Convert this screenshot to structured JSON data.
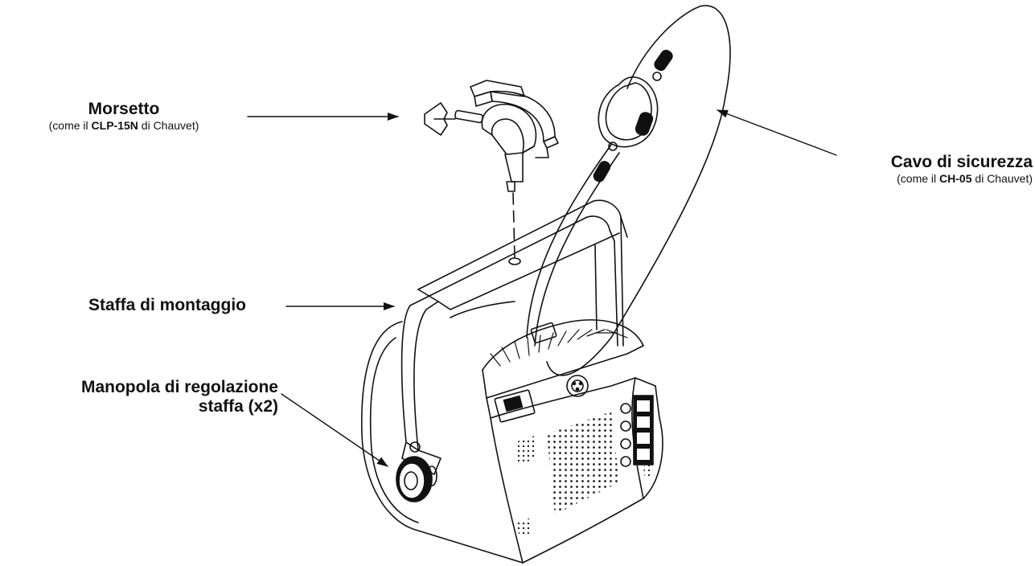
{
  "labels": {
    "clamp": {
      "title": "Morsetto",
      "sub_prefix": "(come il ",
      "sub_bold": "CLP-15N",
      "sub_suffix": " di Chauvet)"
    },
    "safety_cable": {
      "title": "Cavo di sicurezza",
      "sub_prefix": "(come il ",
      "sub_bold": "CH-05",
      "sub_suffix": " di Chauvet)"
    },
    "bracket": {
      "title": "Staffa di montaggio"
    },
    "knob": {
      "title_line1": "Manopola di regolazione",
      "title_line2": "staffa (x2)"
    }
  },
  "colors": {
    "line": "#111111",
    "background": "#ffffff"
  }
}
